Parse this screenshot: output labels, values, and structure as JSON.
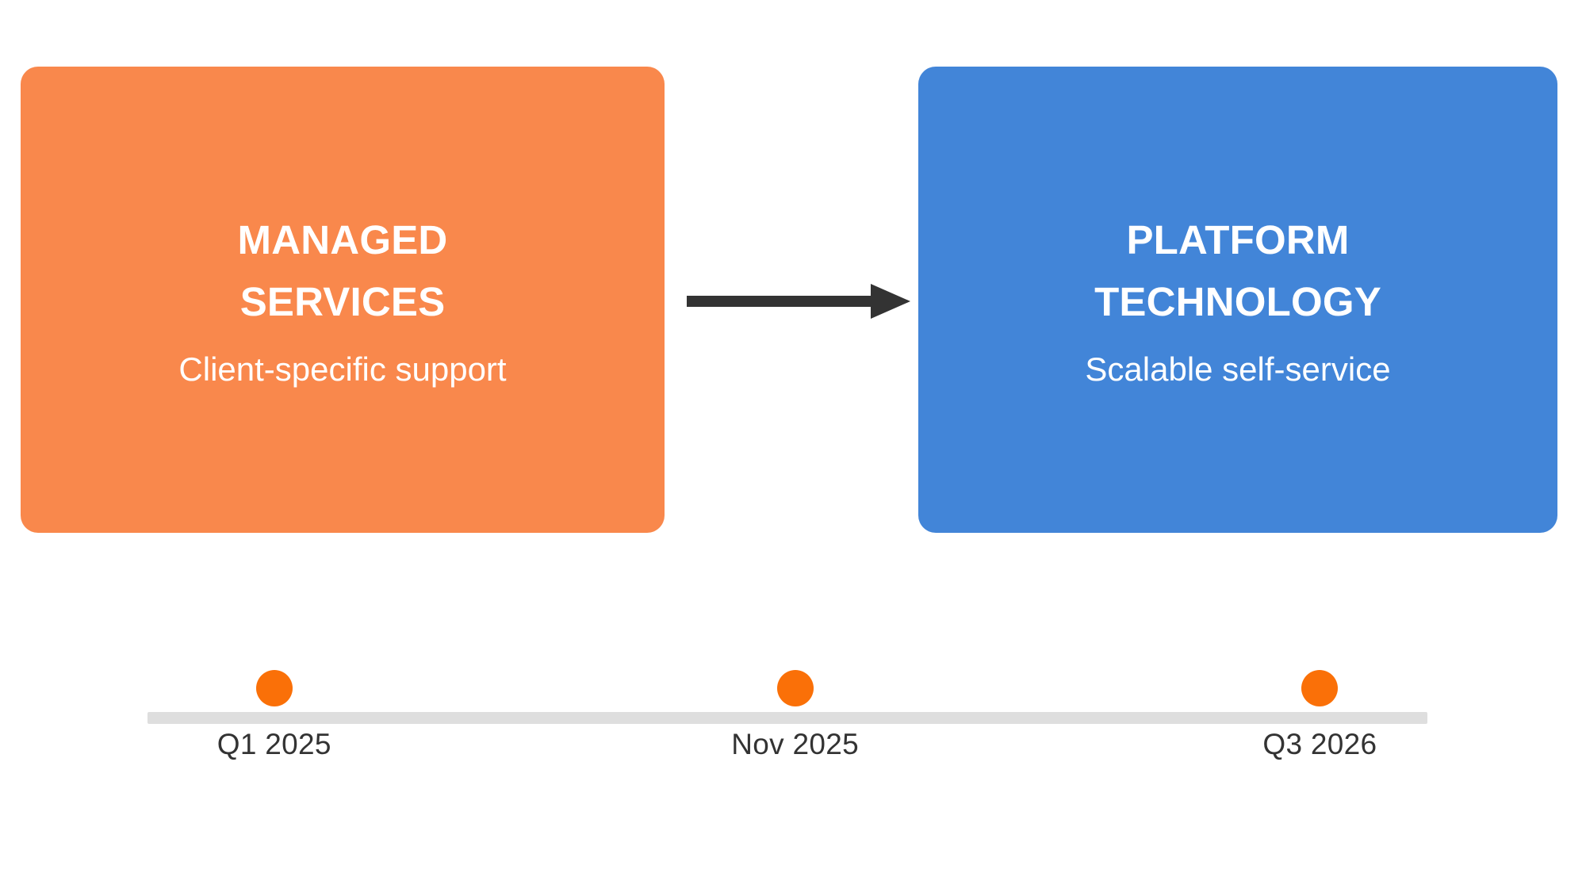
{
  "diagram": {
    "background_color": "#ffffff",
    "stages": [
      {
        "id": "managed-services",
        "title": "MANAGED SERVICES",
        "subtitle": "Client-specific support",
        "color": "#f9884c",
        "text_color": "#ffffff"
      },
      {
        "id": "platform-technology",
        "title": "PLATFORM TECHNOLOGY",
        "subtitle": "Scalable self-service",
        "color": "#4285d8",
        "text_color": "#ffffff"
      }
    ],
    "arrow": {
      "name": "flow-arrow",
      "direction": "right",
      "color": "#333333"
    },
    "timeline": {
      "track_color": "#dedede",
      "dot_color": "#fa7008",
      "label_color": "#333333",
      "milestones": [
        {
          "label": "Q1 2025",
          "position_pct": 9.9
        },
        {
          "label": "Nov 2025",
          "position_pct": 50.6
        },
        {
          "label": "Q3 2026",
          "position_pct": 91.6
        }
      ]
    }
  }
}
